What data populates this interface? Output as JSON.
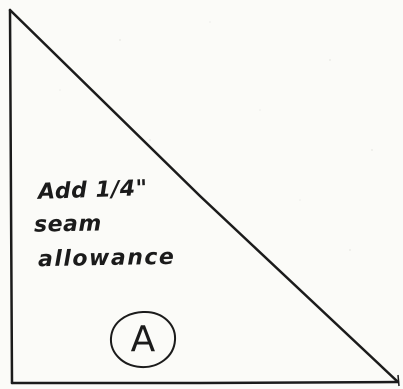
{
  "pattern_piece": {
    "instruction_lines": [
      "Add 1/4\"",
      "seam",
      "allowance"
    ],
    "label": "A"
  },
  "colors": {
    "paper": "#fbfbf8",
    "ink": "#1b1b1b"
  }
}
